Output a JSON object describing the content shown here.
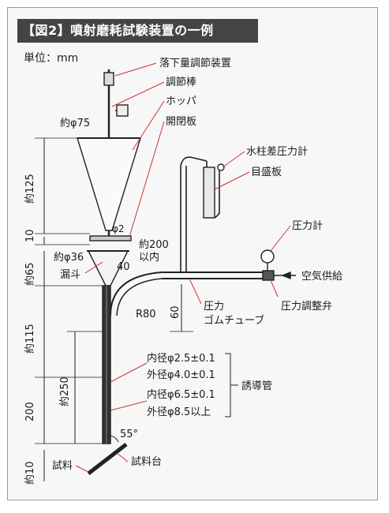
{
  "title": "【図2】噴射磨耗試験装置の一例",
  "unit_label": "単位：mm",
  "labels": {
    "drop_adjust": "落下量調節装置",
    "adjust_rod": "調節棒",
    "hopper": "ホッパ",
    "shutter": "開閉板",
    "manometer": "水柱差圧力計",
    "scale_plate": "目盛板",
    "pressure_gauge": "圧力計",
    "air_supply": "空気供給",
    "regulator": "圧力調整弁",
    "pressure_tube_1": "圧力",
    "pressure_tube_2": "ゴムチューブ",
    "funnel": "漏斗",
    "guide_tube": "誘導管",
    "sample": "試料",
    "sample_table": "試料台"
  },
  "dims": {
    "d75": "約φ75",
    "h125": "約125",
    "h10": "10",
    "d2": "φ2",
    "d36": "約φ36",
    "h65": "約65",
    "d200a": "約200",
    "d200b": "以内",
    "w40": "40",
    "r80": "R80",
    "h60": "60",
    "h115": "約115",
    "h200": "200",
    "h250": "約250",
    "h10b": "約10",
    "angle55": "55°"
  },
  "tube_specs": {
    "inner1": "内径φ2.5±0.1",
    "outer1": "外径φ4.0±0.1",
    "inner2": "内径φ6.5±0.1",
    "outer2": "外径φ8.5以上"
  }
}
